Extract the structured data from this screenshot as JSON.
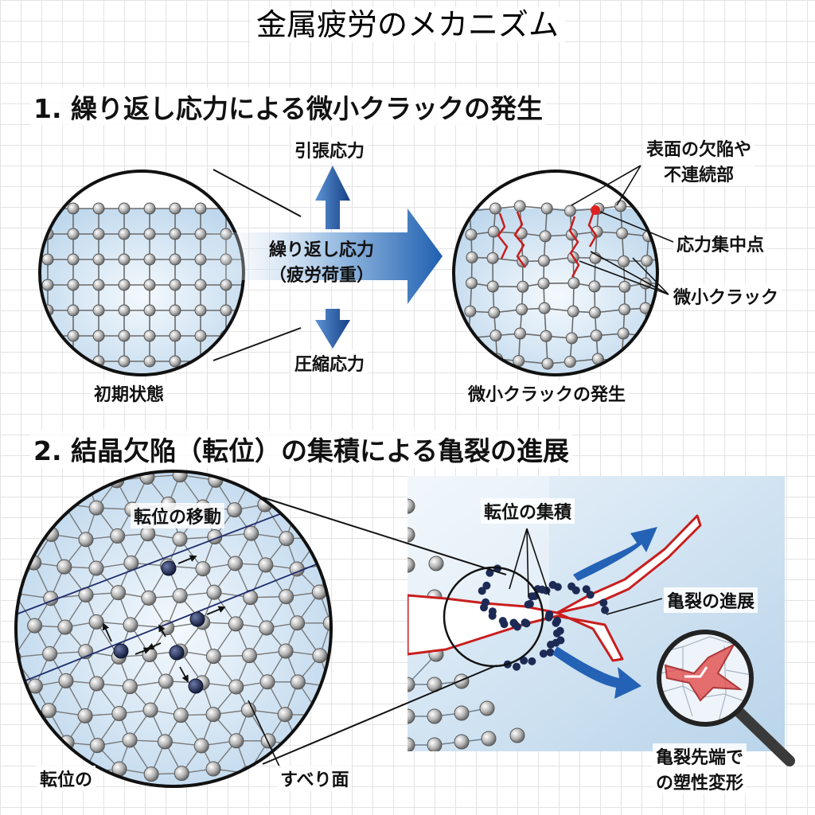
{
  "title": "金属疲労のメカニズム",
  "section1": {
    "heading": "1. 繰り返し応力による微小クラックの発生",
    "tension": "引張応力",
    "compression": "圧縮応力",
    "cyclic_stress_line1": "繰り返し応力",
    "cyclic_stress_line2": "（疲労荷重）",
    "initial_state": "初期状態",
    "crack_generation": "微小クラックの発生",
    "surface_defect_line1": "表面の欠陥や",
    "surface_defect_line2": "不連続部",
    "stress_concentration": "応力集中点",
    "micro_crack": "微小クラック"
  },
  "section2": {
    "heading": "2. 結晶欠陥（転位）の集積による亀裂の進展",
    "dislocation_motion": "転位の移動",
    "dislocation_bottom": "転位の",
    "slip_plane": "すべり面",
    "dislocation_accumulation": "転位の集積",
    "crack_propagation": "亀裂の進展",
    "tip_plastic_line1": "亀裂先端で",
    "tip_plastic_line2": "の塑性変形"
  },
  "colors": {
    "arrow_blue": "#1f5fb0",
    "crack_red": "#c81e1e",
    "atom_gray": "#b8b8b8",
    "dislocation_navy": "#1c2a55",
    "panel_blue": "#d8e8f5"
  }
}
